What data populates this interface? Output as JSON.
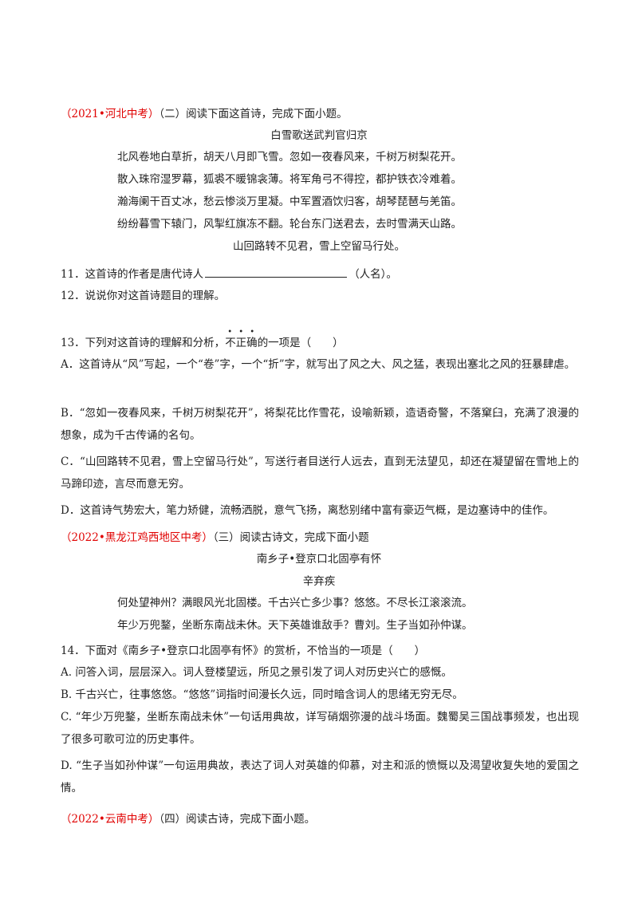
{
  "section2": {
    "source": "（2021•河北中考）",
    "instruction": "（二）阅读下面这首诗，完成下面小题。"
  },
  "poem1": {
    "title": "白雪歌送武判官归京",
    "lines": [
      "北风卷地白草折，胡天八月即飞雪。忽如一夜春风来，千树万树梨花开。",
      "散入珠帘湿罗幕，狐裘不暖锦衾薄。将军角弓不得控，都护铁衣冷难着。",
      "瀚海阑干百丈冰，愁云惨淡万里凝。中军置酒饮归客，胡琴琵琶与羌笛。",
      "纷纷暮雪下辕门，风掣红旗冻不翻。轮台东门送君去，去时雪满天山路。",
      "山回路转不见君，雪上空留马行处。"
    ]
  },
  "q11": {
    "prefix": "11．这首诗的作者是唐代诗人",
    "suffix": "（人名）。"
  },
  "q12": {
    "text": "12．说说你对这首诗题目的理解。"
  },
  "q13": {
    "prefix": "13．下列对这首诗的理解和分析，",
    "emph": "不正确",
    "suffix": "的一项是（　　）",
    "dots": "•",
    "options": [
      "A．这首诗从“风”写起，一个“卷”字，一个“折”字，就写出了风之大、风之猛，表现出塞北之风的狂暴肆虐。",
      "B．“忽如一夜春风来，千树万树梨花开”，将梨花比作雪花，设喻新颖，造语奇警，不落窠臼，充满了浪漫的想象，成为千古传诵的名句。",
      "C．“山回路转不见君，雪上空留马行处”，写送行者目送行人远去，直到无法望见，却还在凝望留在雪地上的马蹄印迹，言尽而意无穷。",
      "D．这首诗气势宏大，笔力矫健，流畅洒脱，意气飞扬，离愁别绪中富有豪迈气概，是边塞诗中的佳作。"
    ]
  },
  "section3": {
    "source": "（2022•黑龙江鸡西地区中考）",
    "instruction": "（三）阅读古诗文，完成下面小题"
  },
  "poem2": {
    "title": "南乡子•登京口北固亭有怀",
    "author": "辛弃疾",
    "lines": [
      "何处望神州？满眼风光北固楼。千古兴亡多少事？悠悠。不尽长江滚滚流。",
      "年少万兜鍪，坐断东南战未休。天下英雄谁敌手？曹刘。生子当如孙仲谋。"
    ]
  },
  "q14": {
    "stem": "14．下面对《南乡子•登京口北固亭有怀》的赏析，不恰当的一项是（　　）",
    "options": [
      "A. 问答入词，层层深入。词人登楼望远，所见之景引发了词人对历史兴亡的感慨。",
      "B. 千古兴亡，往事悠悠。“悠悠”词指时间漫长久远，同时暗含词人的思绪无穷无尽。",
      "C. “年少万兜鍪，坐断东南战未休”一句话用典故，详写硝烟弥漫的战斗场面。魏蜀吴三国战事频发，也出现了很多可歌可泣的历史事件。",
      "D. “生子当如孙仲谋”一句运用典故，表达了词人对英雄的仰慕，对主和派的愤慨以及渴望收复失地的爱国之情。"
    ]
  },
  "section4": {
    "source": "（2022•云南中考）",
    "instruction": "（四）阅读古诗，完成下面小题。"
  }
}
